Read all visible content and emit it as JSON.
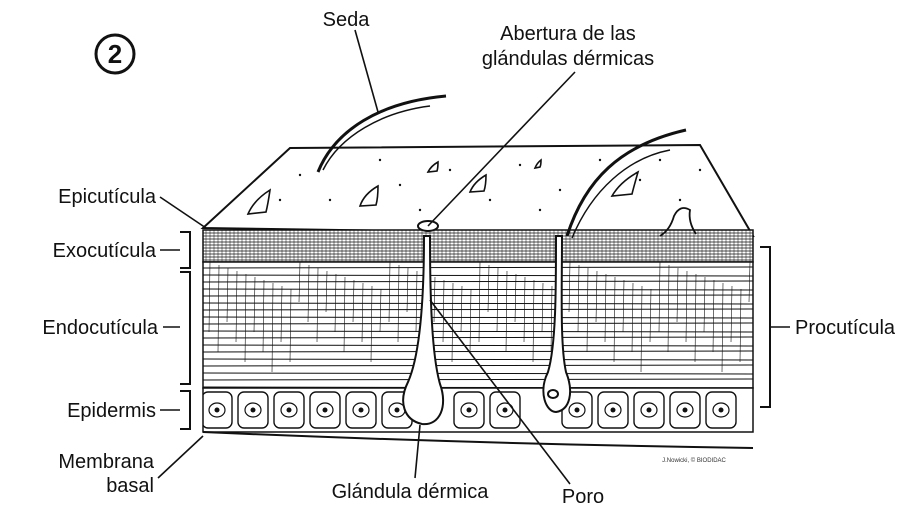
{
  "figure_number": "2",
  "labels": {
    "seda": "Seda",
    "abertura_line1": "Abertura de las",
    "abertura_line2": "glándulas dérmicas",
    "epicuticula": "Epicutícula",
    "exocuticula": "Exocutícula",
    "endocuticula": "Endocutícula",
    "epidermis": "Epidermis",
    "membrana_line1": "Membrana",
    "membrana_line2": "basal",
    "glandula": "Glándula dérmica",
    "poro": "Poro",
    "procuticula": "Procutícula"
  },
  "credit": "J.Nowicki, © BIODIDAC",
  "colors": {
    "ink": "#111111",
    "background": "#ffffff"
  }
}
